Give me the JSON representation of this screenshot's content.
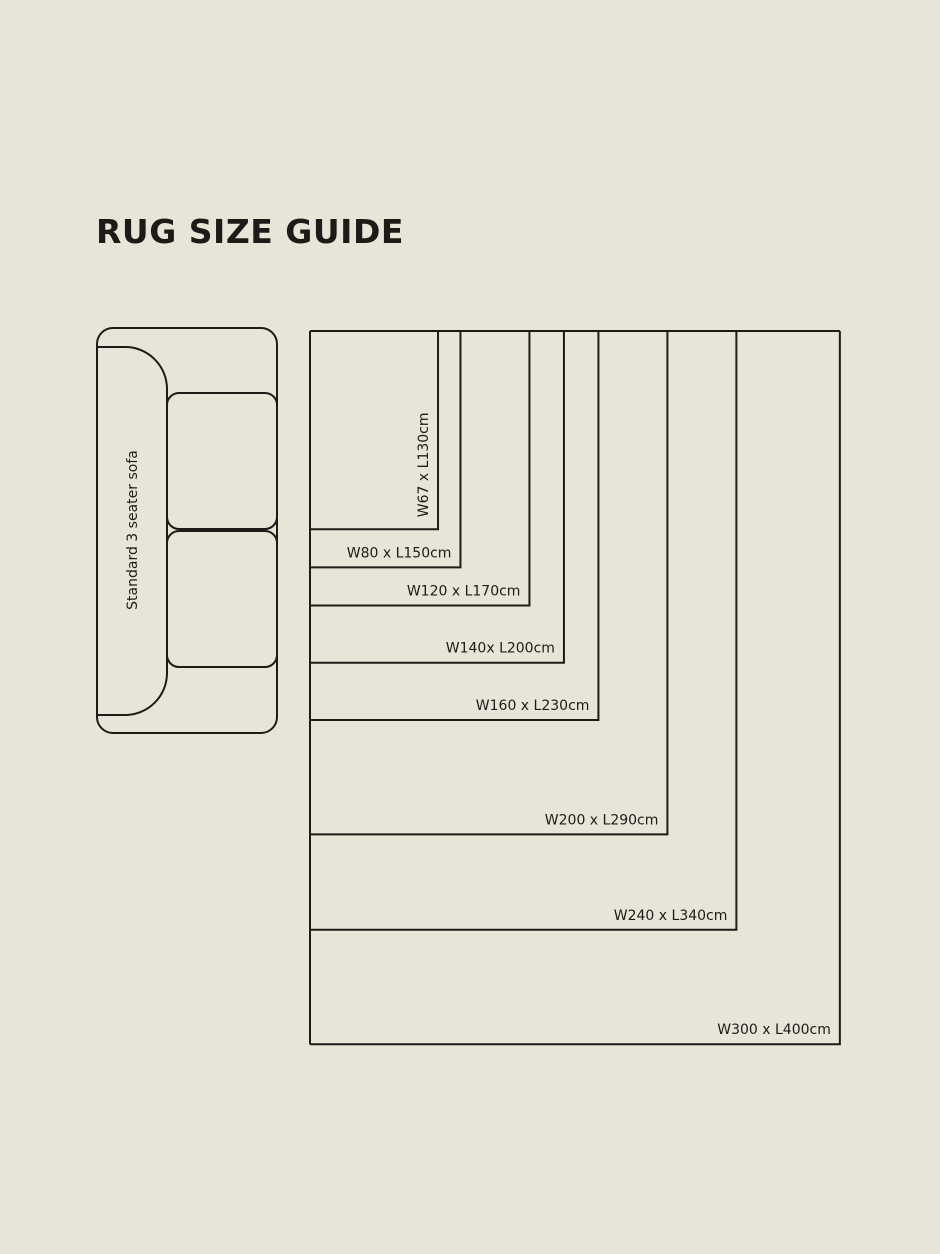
{
  "title": "RUG SIZE GUIDE",
  "colors": {
    "background": "#e8e5d8",
    "line": "#1c1b18"
  },
  "sofa": {
    "label": "Standard 3 seater sofa"
  },
  "rugs": [
    {
      "label": "W67 x L130cm",
      "width_cm": 67,
      "length_cm": 130
    },
    {
      "label": "W80 x L150cm",
      "width_cm": 80,
      "length_cm": 150
    },
    {
      "label": "W120 x L170cm",
      "width_cm": 120,
      "length_cm": 170
    },
    {
      "label": "W140x L200cm",
      "width_cm": 140,
      "length_cm": 200
    },
    {
      "label": "W160 x L230cm",
      "width_cm": 160,
      "length_cm": 230
    },
    {
      "label": "W200 x L290cm",
      "width_cm": 200,
      "length_cm": 290
    },
    {
      "label": "W240 x L340cm",
      "width_cm": 240,
      "length_cm": 340
    },
    {
      "label": "W300 x L400cm",
      "width_cm": 300,
      "length_cm": 400
    }
  ]
}
